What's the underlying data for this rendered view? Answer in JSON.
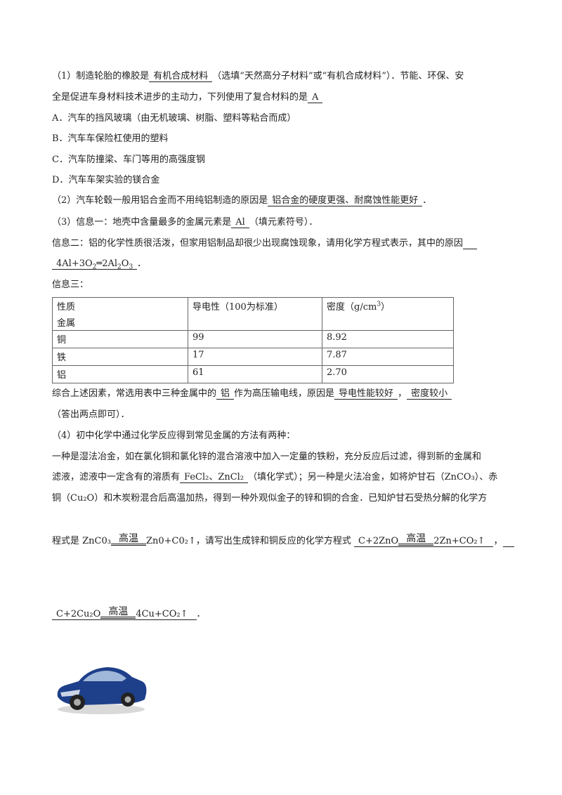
{
  "q1": {
    "line1_prefix": "（1）制造轮胎的橡胶是",
    "answer1": "有机合成材料",
    "line1_suffix": "（选填“天然高分子材料”或“有机合成材料”）．节能、环保、安",
    "line2_prefix": "全是促进车身材料技术进步的主动力，下列使用了复合材料的是",
    "answer2": "A",
    "options": [
      "A．汽车的挡风玻璃（由无机玻璃、树脂、塑料等粘合而成）",
      "B．汽车车保险杠使用的塑料",
      "C．汽车防撞梁、车门等用的高强度钢",
      "D．汽车车架实验的镁合金"
    ]
  },
  "q2": {
    "prefix": "（2）汽车轮毂一般用铝合金而不用纯铝制造的原因是",
    "answer": "铝合金的硬度更强、耐腐蚀性能更好",
    "suffix": "．"
  },
  "q3": {
    "info1_prefix": "（3）信息一：地壳中含量最多的金属元素是",
    "info1_answer": "Al",
    "info1_suffix": "（填元素符号）．",
    "info2_text": "信息二：铝的化学性质很活泼，但家用铝制品却很少出现腐蚀现象，请用化学方程式表示，其中的原因",
    "info2_eq_left": "4Al+3O",
    "info2_eq_sub1": "2",
    "info2_eq_mid": "═2Al",
    "info2_eq_sub2": "2",
    "info2_eq_o": "O",
    "info2_eq_sub3": "3",
    "info2_end": "．",
    "info3_label": "信息三：",
    "table": {
      "header_top_left": "性质",
      "header_bottom_left": "金属",
      "header_col2": "导电性（100为标准）",
      "header_col3": "密度（g/cm",
      "header_col3_sup": "3",
      "header_col3_end": "）",
      "rows": [
        {
          "metal": "铜",
          "conductivity": "99",
          "density": "8.92"
        },
        {
          "metal": "铁",
          "conductivity": "17",
          "density": "7.87"
        },
        {
          "metal": "铝",
          "conductivity": "61",
          "density": "2.70"
        }
      ]
    },
    "summary_prefix": "综合上述因素，常选用表中三种金属中的",
    "summary_answer1": "铝",
    "summary_mid": "作为高压输电线，原因是",
    "summary_answer2": "导电性能较好",
    "summary_comma": "，",
    "summary_answer3": "密度较小",
    "summary_note": "（答出两点即可）．"
  },
  "q4": {
    "intro": "（4）初中化学中通过化学反应得到常见金属的方法有两种：",
    "wet_line1": "一种是湿法冶金，如在氯化铜和氯化锌的混合溶液中加入一定量的铁粉，充分反应后过滤，得到新的金属和",
    "wet_line2_prefix": "滤液，滤液中一定含有的溶质有",
    "wet_answer": "FeCl₂、ZnCl₂",
    "wet_line2_suffix": "（填化学式）；另一种是火法冶金，如将炉甘石（ZnCO₃）、赤",
    "wet_line3": "铜（Cu₂O）和木炭粉混合后高温加热，得到一种外观似金子的锌和铜的合金．已知炉甘石受热分解的化学方",
    "eq_line_prefix": "程式是 ZnC0₃",
    "condition": "高温",
    "eq_line_mid": "Zn0+C0₂↑，请写出生成锌和铜反应的化学方程式",
    "eq1_left": "C+2ZnO",
    "eq1_right": "2Zn+CO₂↑",
    "eq1_after": "，",
    "eq2_left": "C+2Cu₂O",
    "eq2_right": "4Cu+CO₂↑",
    "eq2_after": "．"
  },
  "colors": {
    "text": "#222222",
    "car_body": "#1e3f8a"
  }
}
